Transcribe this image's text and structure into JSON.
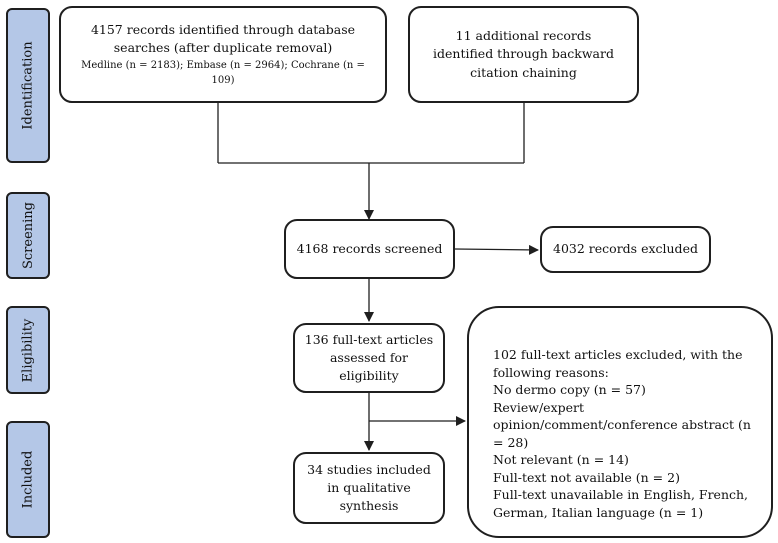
{
  "phases": {
    "identification": "Identification",
    "screening": "Screening",
    "eligibility": "Eligibility",
    "included": "Included"
  },
  "boxes": {
    "database_records": "4157 records identified through database searches (after duplicate removal)",
    "database_breakdown": "Medline (n = 2183); Embase (n = 2964); Cochrane (n = 109)",
    "additional_records": "11 additional records identified through backward citation chaining",
    "screened": "4168 records screened",
    "excluded_screening": "4032 records excluded",
    "fulltext_assessed": "136 full-text articles assessed for eligibility",
    "included_studies": "34 studies included in qualitative synthesis"
  },
  "exclusions": {
    "heading": "102 full-text articles excluded,  with the following reasons:",
    "reasons": [
      "No dermo copy (n = 57)",
      "Review/expert opinion/comment/conference abstract (n = 28)",
      "Not relevant (n = 14)",
      "Full-text not available (n = 2)",
      "Full-text unavailable in English, French, German, Italian language (n = 1)"
    ]
  }
}
